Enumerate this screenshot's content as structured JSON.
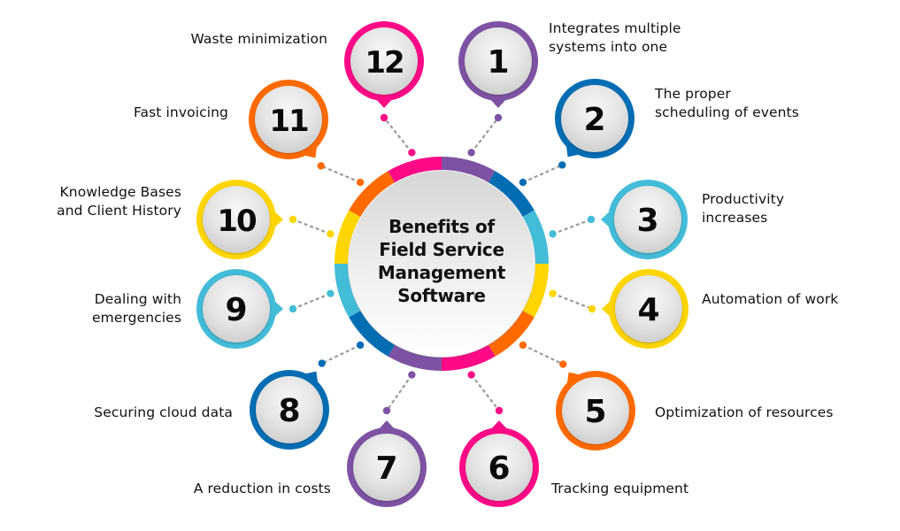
{
  "title": "Benefits of\nField Service\nManagement\nSoftware",
  "colors": {
    "pink": "#ff0a86",
    "purple": "#7d52a3",
    "blue": "#036db4",
    "cyan": "#43bcd8",
    "yellow": "#ffd500",
    "orange": "#ff6a00",
    "connector": "#9a9a9a",
    "text": "#111111"
  },
  "ring_segments": [
    "purple",
    "blue",
    "cyan",
    "yellow",
    "orange",
    "pink",
    "purple",
    "blue",
    "cyan",
    "yellow",
    "orange",
    "pink"
  ],
  "benefits": [
    {
      "number": "1",
      "label": "Integrates multiple\nsystems into one",
      "color": "purple"
    },
    {
      "number": "2",
      "label": "The proper\nscheduling of events",
      "color": "blue"
    },
    {
      "number": "3",
      "label": "Productivity\nincreases",
      "color": "cyan"
    },
    {
      "number": "4",
      "label": "Automation of work",
      "color": "yellow"
    },
    {
      "number": "5",
      "label": "Optimization of resources",
      "color": "orange"
    },
    {
      "number": "6",
      "label": "Tracking equipment",
      "color": "pink"
    },
    {
      "number": "7",
      "label": "A reduction in costs",
      "color": "purple"
    },
    {
      "number": "8",
      "label": "Securing cloud data",
      "color": "blue"
    },
    {
      "number": "9",
      "label": "Dealing with\nemergencies",
      "color": "cyan"
    },
    {
      "number": "10",
      "label": "Knowledge Bases\nand Client History",
      "color": "yellow"
    },
    {
      "number": "11",
      "label": "Fast invoicing",
      "color": "orange"
    },
    {
      "number": "12",
      "label": "Waste minimization",
      "color": "pink"
    }
  ]
}
